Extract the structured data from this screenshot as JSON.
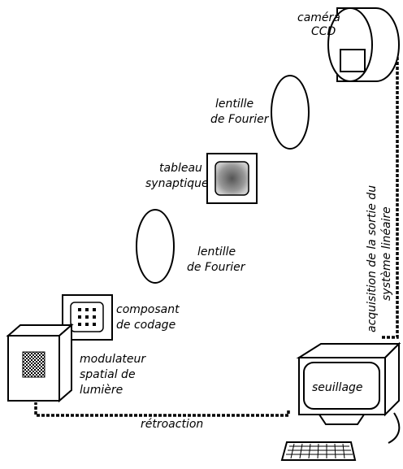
{
  "labels": {
    "camera_line1": "caméra",
    "camera_line2": "CCD",
    "lens1_line1": "lentille",
    "lens1_line2": "de Fourier",
    "synaptic_line1": "tableau",
    "synaptic_line2": "synaptique",
    "lens2_line1": "lentille",
    "lens2_line2": "de Fourier",
    "coding_line1": "composant",
    "coding_line2": "de codage",
    "slm_line1": "modulateur",
    "slm_line2": "spatial de",
    "slm_line3": "lumière",
    "acquisition_line1": "acquisition de la sortie du",
    "acquisition_line2": "système linéaire",
    "screen_text": "seuillage",
    "feedback": "rétroaction"
  }
}
